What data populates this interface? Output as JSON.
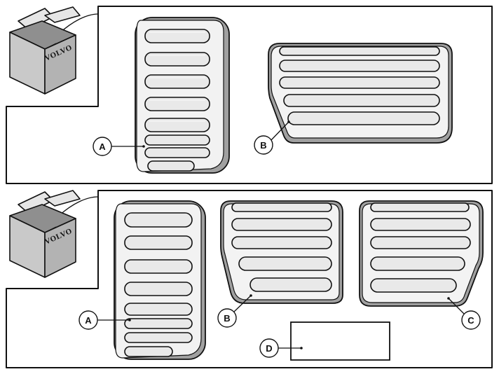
{
  "brand_label": "VOLVO",
  "panels": [
    {
      "callouts": [
        "A",
        "B"
      ]
    },
    {
      "callouts": [
        "A",
        "B",
        "C",
        "D"
      ]
    }
  ],
  "colors": {
    "line": "#111111",
    "box_light": "#d4d4d4",
    "box_dark": "#a9a9a9",
    "pedal_face": "#eeeeee",
    "pedal_rim": "#9a9a9a",
    "background": "#ffffff"
  }
}
